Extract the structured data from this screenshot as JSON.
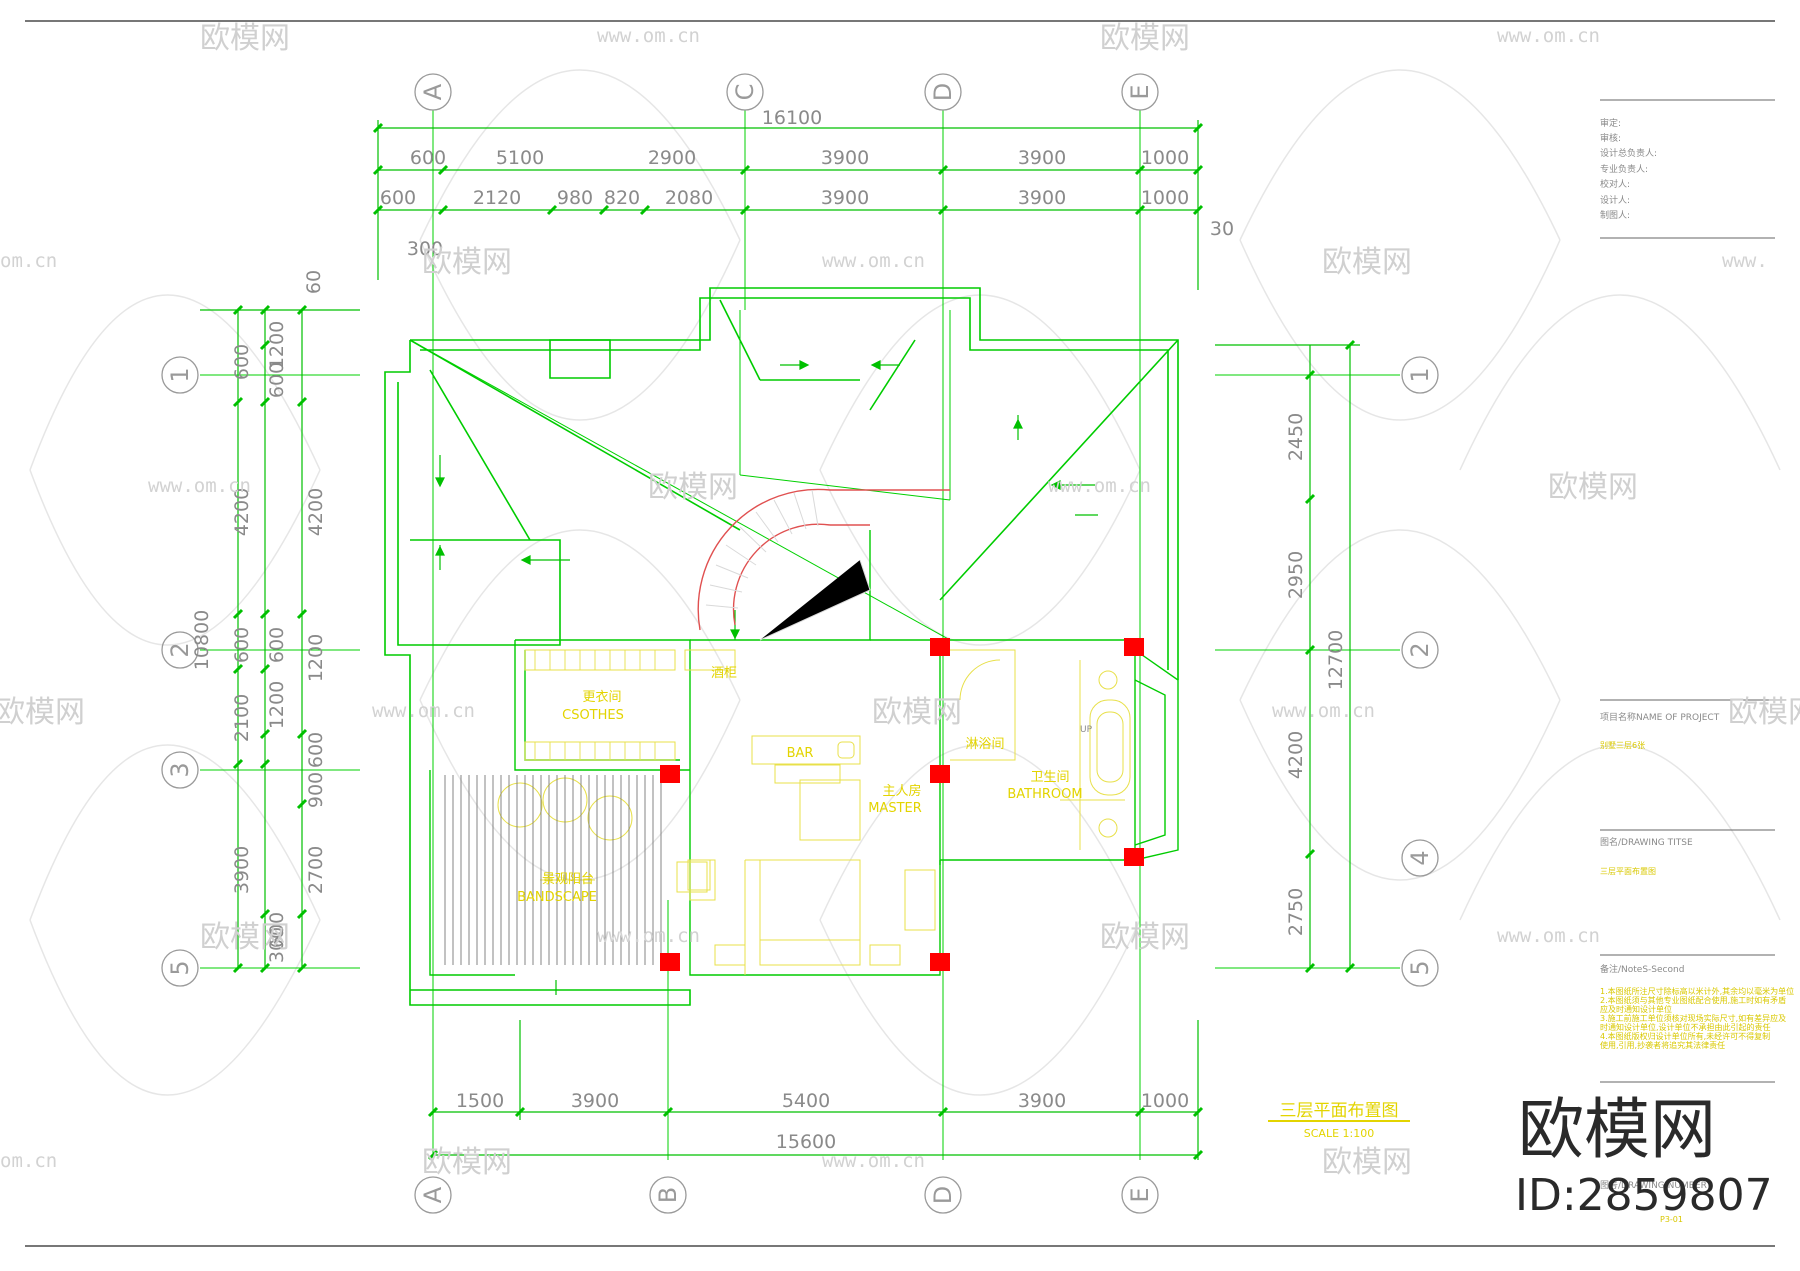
{
  "drawing": {
    "title": "三层平面布置图",
    "scale": "SCALE 1:100",
    "watermark_brand": "欧模网",
    "watermark_url": "www.om.cn",
    "watermark_partial_url": "om.cn",
    "watermark_partial_url_right": "www.",
    "watermark_partial_brand_left": "欧模网",
    "brand_logo": "欧模网",
    "brand_id": "ID:2859807"
  },
  "grid": {
    "top": [
      "A",
      "C",
      "D",
      "E"
    ],
    "bottom": [
      "A",
      "B",
      "D",
      "E"
    ],
    "left": [
      "1",
      "2",
      "3",
      "5"
    ],
    "right": [
      "1",
      "2",
      "4",
      "5"
    ]
  },
  "dims": {
    "top_overall": "16100",
    "top_row1": [
      "600",
      "5100",
      "2900",
      "3900",
      "3900",
      "1000"
    ],
    "top_row2": [
      "600",
      "2120",
      "980",
      "820",
      "2080",
      "3900",
      "3900",
      "1000"
    ],
    "top_misc": [
      "300",
      "30",
      "60"
    ],
    "bottom_row": [
      "1500",
      "3900",
      "5400",
      "3900",
      "1000"
    ],
    "bottom_overall": "15600",
    "left_outer": [
      "600",
      "4200",
      "600",
      "2100",
      "3900"
    ],
    "left_inner": [
      "1200",
      "600",
      "4200",
      "600",
      "1200",
      "900",
      "2700",
      "300",
      "1200",
      "600",
      "600"
    ],
    "left_group": "10800",
    "right_dims": [
      "2450",
      "2950",
      "4200",
      "2750"
    ],
    "right_overall": "12700"
  },
  "rooms": [
    {
      "cn": "更衣间",
      "en": "CSOTHES"
    },
    {
      "cn": "酒柜",
      "en": ""
    },
    {
      "cn": "BAR",
      "en": ""
    },
    {
      "cn": "淋浴间",
      "en": ""
    },
    {
      "cn": "卫生间",
      "en": "BATHROOM"
    },
    {
      "cn": "主人房",
      "en": "MASTER"
    },
    {
      "cn": "景观阳台",
      "en": "BANDSCAPE"
    },
    {
      "cn": "UP",
      "en": ""
    }
  ],
  "title_block": {
    "roles": [
      "审定:",
      "审核:",
      "设计总负责人:",
      "专业负责人:",
      "校对人:",
      "设计人:",
      "制图人:"
    ],
    "project_label": "项目名称NAME OF PROJECT",
    "project_value": "别墅三层6张",
    "drawing_title_label": "图名/DRAWING TITSE",
    "drawing_title_value": "三层平面布置图",
    "notes_label": "备注/NoteS-Second",
    "notes": [
      "1.本图纸所注尺寸除标高以米计外,其余均以毫米为单位",
      "2.本图纸须与其他专业图纸配合使用,施工时如有矛盾",
      "  应及时通知设计单位",
      "3.施工前施工单位须核对现场实际尺寸,如有差异应及",
      "  时通知设计单位,设计单位不承担由此引起的责任",
      "4.本图纸版权归设计单位所有,未经许可不得复制",
      "  使用,引用,抄袭者将追究其法律责任"
    ],
    "drawing_no_label": "图号/DRAWING NUMBER",
    "drawing_no_value": "P3-01"
  },
  "colors": {
    "wall": "#00d000",
    "dim_tick": "#00c000",
    "furniture": "#e8e04a",
    "column": "#ff0000",
    "stair": "#e05050",
    "text_gray": "#8a8a8a"
  }
}
